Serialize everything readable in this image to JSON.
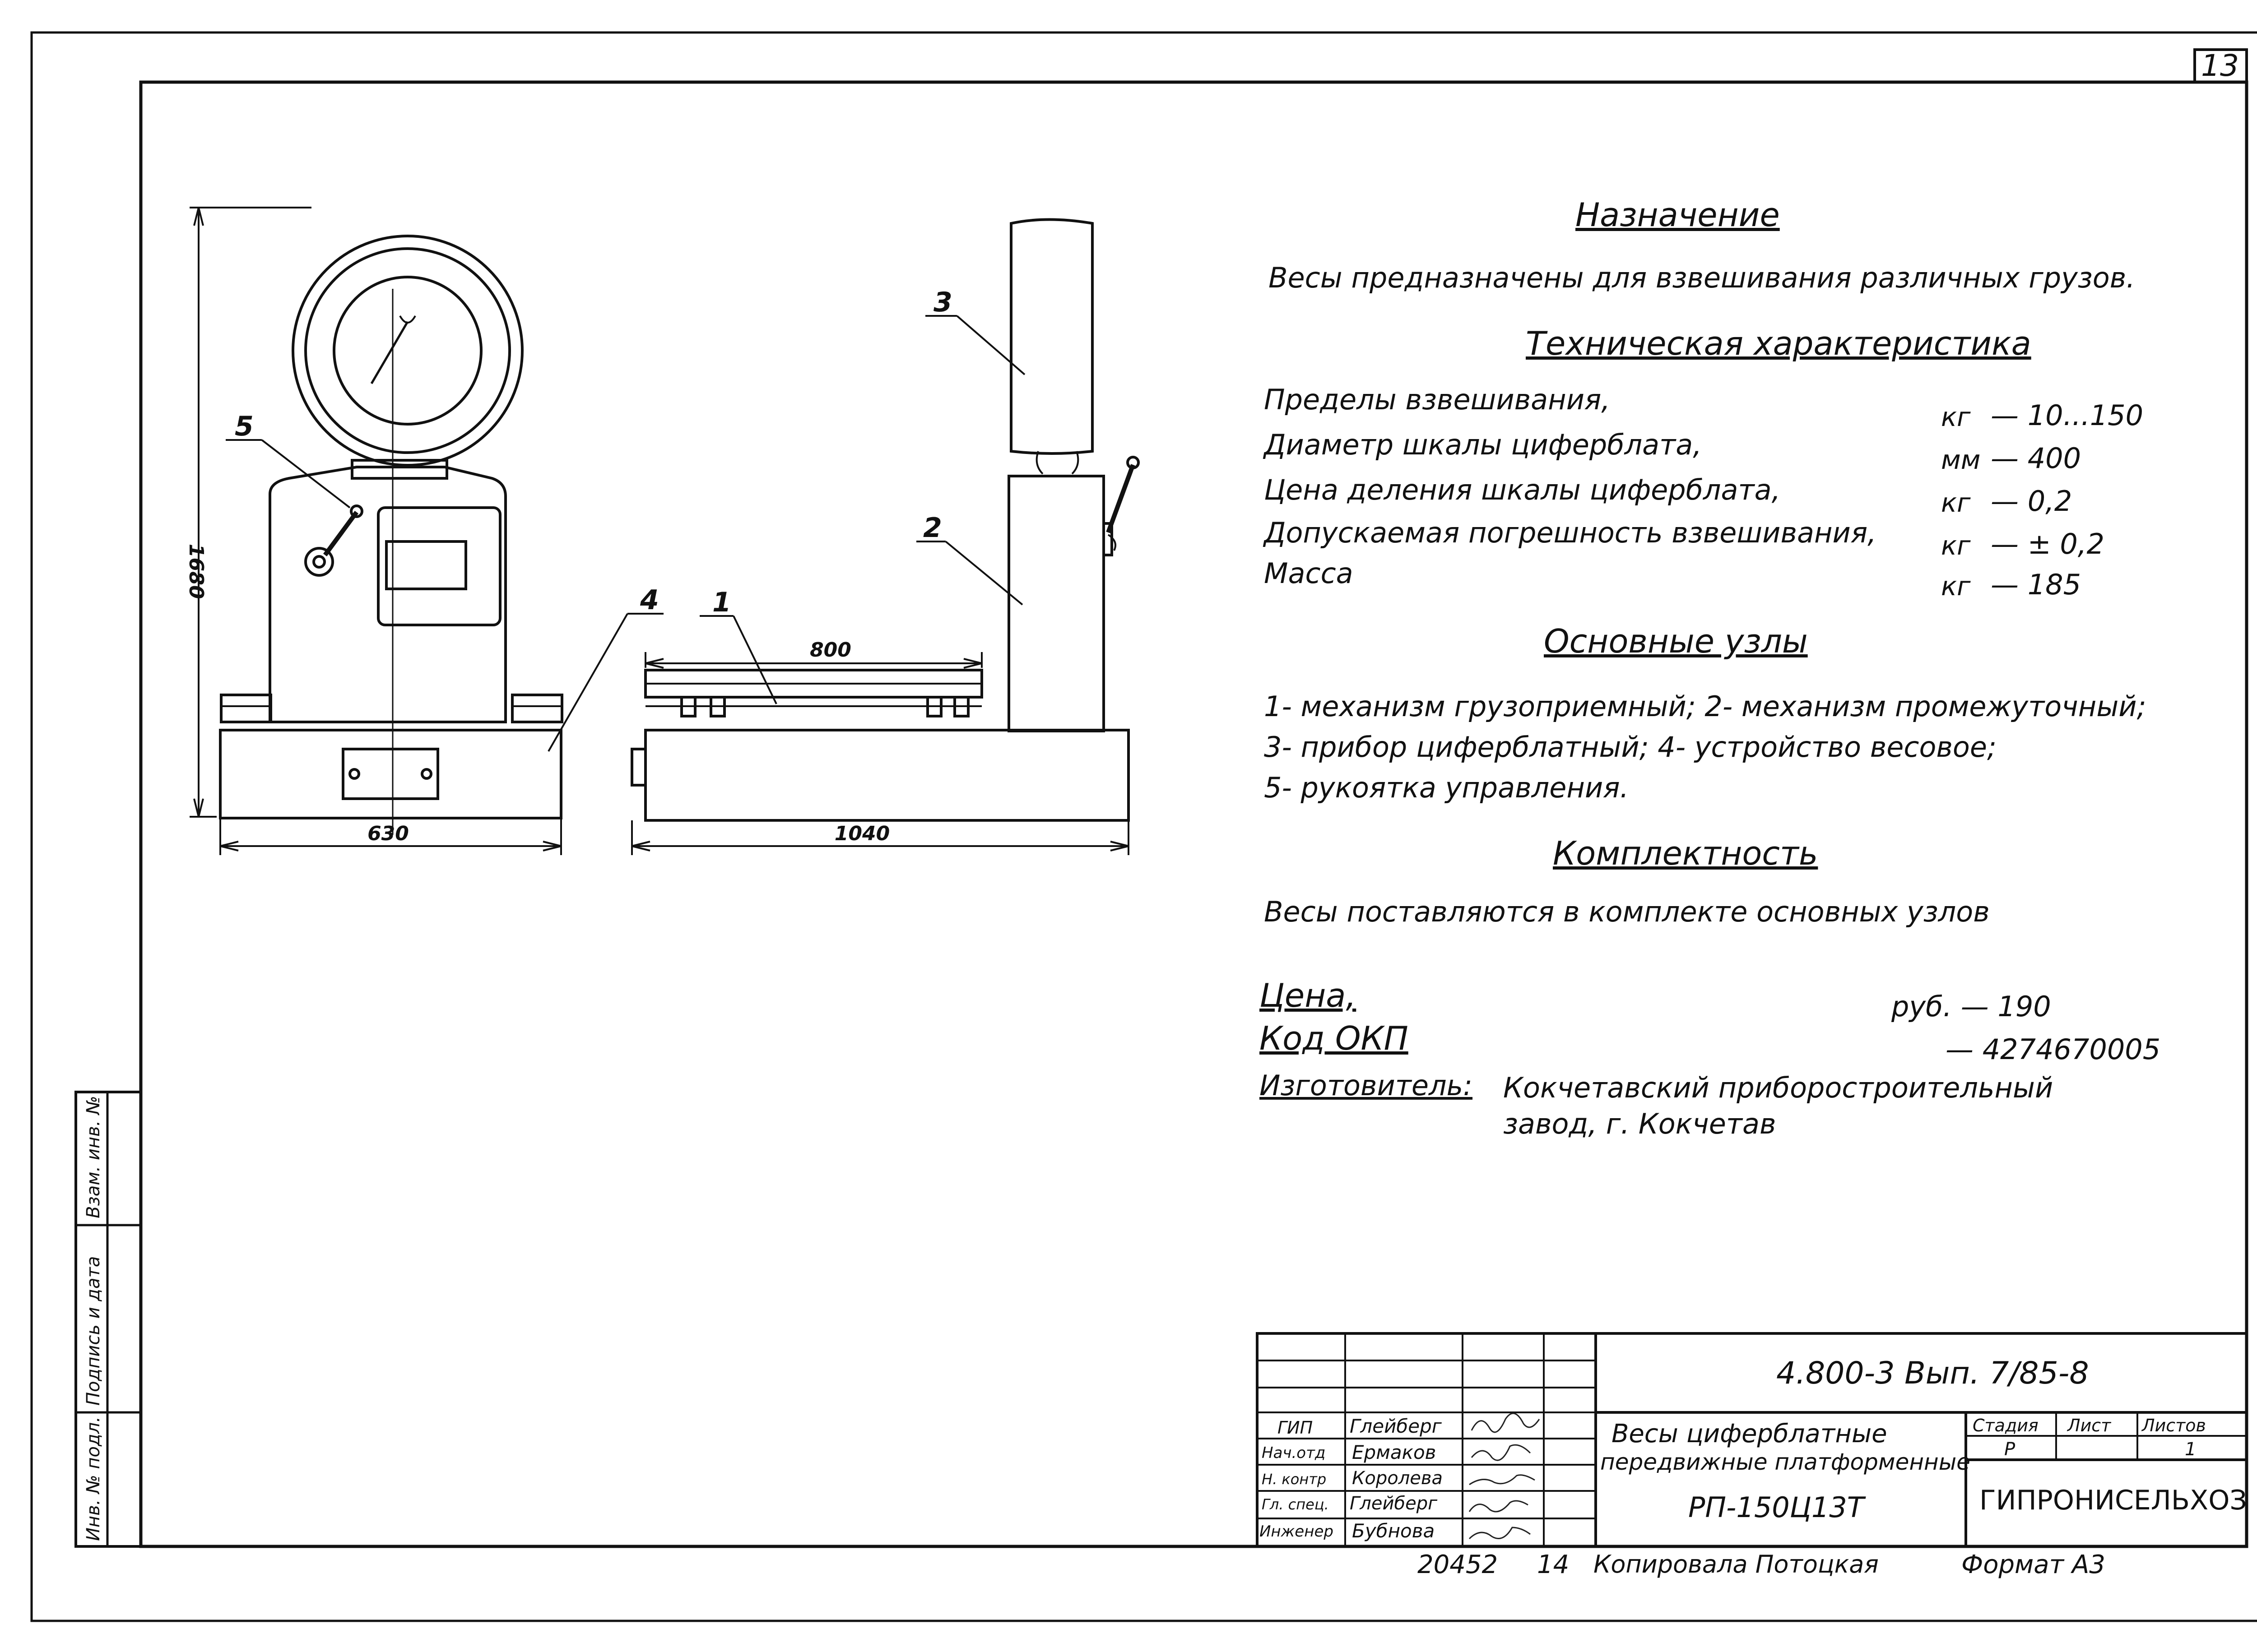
{
  "sheet": {
    "number": "13"
  },
  "side_stamps": {
    "inv_no": "Инв. № подл.",
    "sign_date": "Подпись и дата",
    "vzam_inv": "Взам. инв. №"
  },
  "drawing": {
    "callouts": [
      "1",
      "2",
      "3",
      "4",
      "5"
    ],
    "dimensions": {
      "height": "1680",
      "width_front": "630",
      "width_side": "1040",
      "platform": "800"
    }
  },
  "purpose": {
    "heading": "Назначение",
    "text": "Весы предназначены для взвешивания различных грузов."
  },
  "specs": {
    "heading": "Техническая характеристика",
    "rows": [
      {
        "label": "Пределы взвешивания,",
        "unit": "кг",
        "value": "— 10...150"
      },
      {
        "label": "Диаметр шкалы циферблата,",
        "unit": "мм",
        "value": "— 400"
      },
      {
        "label": "Цена деления шкалы циферблата,",
        "unit": "кг",
        "value": "— 0,2"
      },
      {
        "label": "Допускаемая погрешность взвешивания,",
        "unit": "кг",
        "value": "— ± 0,2"
      },
      {
        "label": "Масса",
        "unit": "кг",
        "value": "— 185"
      }
    ]
  },
  "units": {
    "heading": "Основные узлы",
    "lines": [
      "1- механизм грузоприемный; 2- механизм промежуточный;",
      "3- прибор циферблатный; 4- устройство весовое;",
      "5- рукоятка управления."
    ]
  },
  "completeness": {
    "heading": "Комплектность",
    "text": "Весы поставляются в комплекте основных узлов"
  },
  "price": {
    "label": "Цена,",
    "value": "руб. — 190"
  },
  "okp": {
    "label": "Код ОКП",
    "value": "— 4274670005"
  },
  "maker": {
    "label": "Изготовитель:",
    "line1": "Кокчетавский приборостроительный",
    "line2": "завод, г. Кокчетав"
  },
  "title_block": {
    "doc_code": "4.800-3 Вып. 7/85-8",
    "title_line1": "Весы циферблатные",
    "title_line2": "передвижные платформенные",
    "title_line3": "РП-150Ц13Т",
    "stage_header": "Стадия",
    "sheet_header": "Лист",
    "sheets_header": "Листов",
    "stage": "Р",
    "sheet": "",
    "sheets": "1",
    "org": "ГИПРОНИСЕЛЬХОЗ",
    "people": [
      {
        "role": "ГИП",
        "name": "Глейберг"
      },
      {
        "role": "Нач.отд",
        "name": "Ермаков"
      },
      {
        "role": "Н. контр",
        "name": "Королева"
      },
      {
        "role": "Гл. спец.",
        "name": "Глейберг"
      },
      {
        "role": "Инженер",
        "name": "Бубнова"
      }
    ]
  },
  "footer": {
    "number": "20452",
    "num2": "14",
    "copied": "Копировала Потоцкая",
    "format": "Формат А3"
  }
}
